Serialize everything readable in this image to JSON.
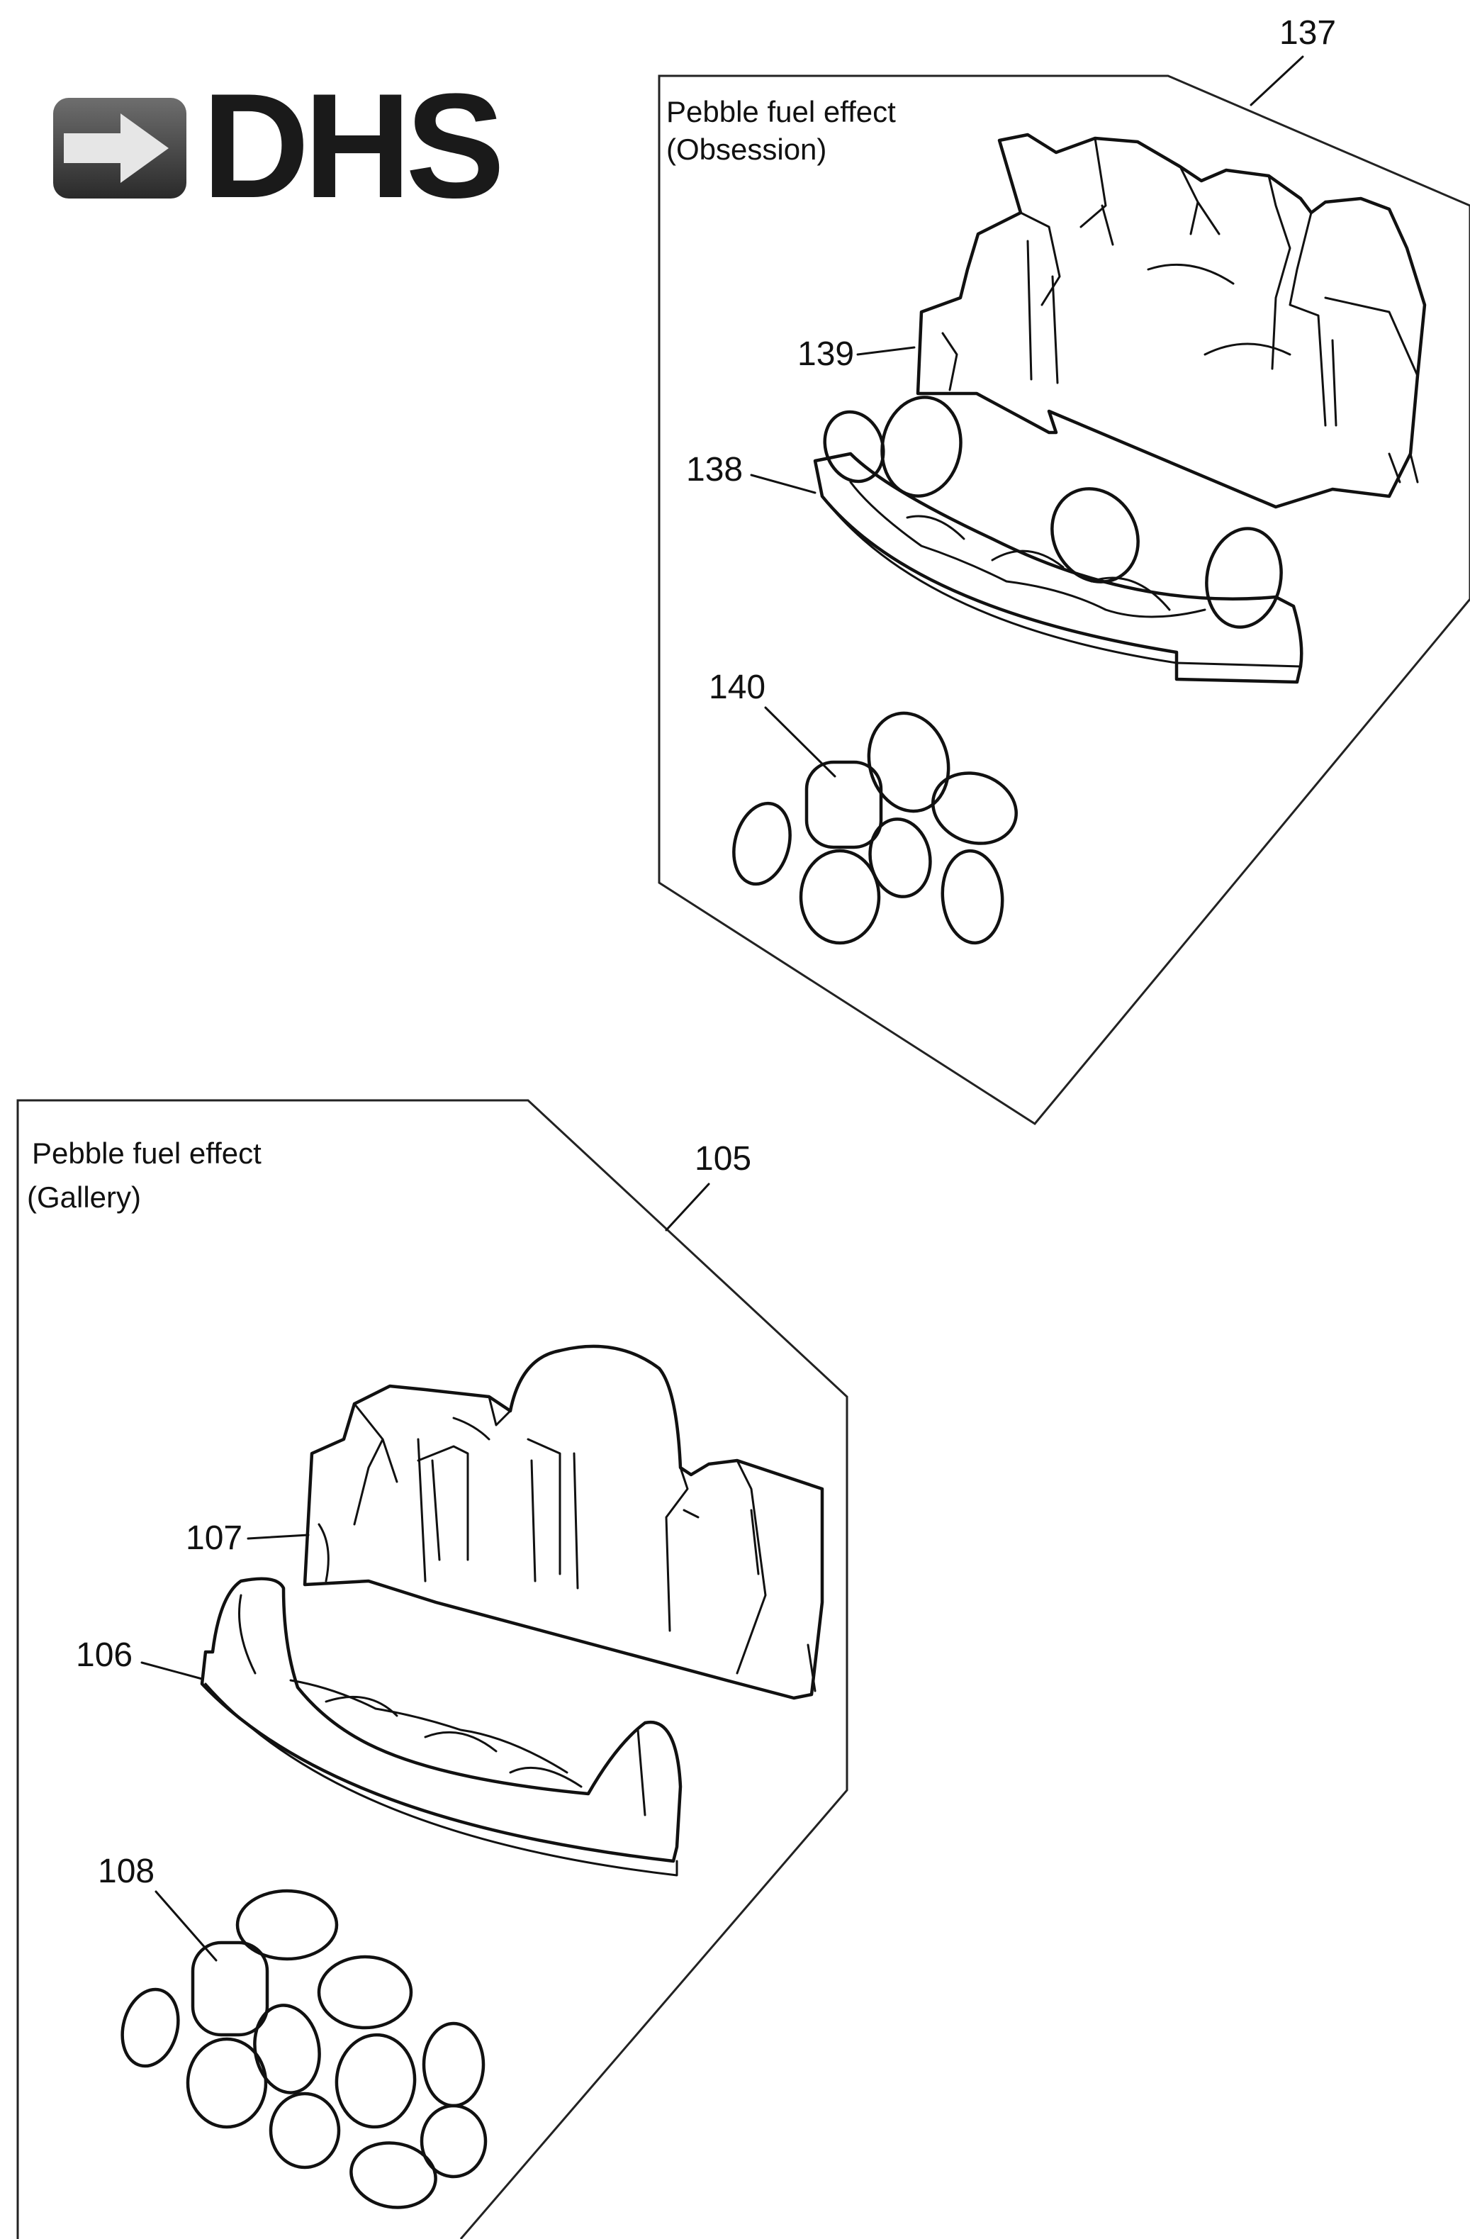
{
  "logo": {
    "text": "DHS",
    "icon": "arrow-right-icon",
    "colors": {
      "badge": "#4a4a4a",
      "arrow": "#e6e6e6",
      "text": "#1a1a1a"
    }
  },
  "panels": {
    "obsession": {
      "ref": "137",
      "title_line1": "Pebble fuel effect",
      "title_line2": "(Obsession)",
      "parts": {
        "back": "139",
        "tray": "138",
        "pebbles": "140"
      }
    },
    "gallery": {
      "ref": "105",
      "title_line1": "Pebble fuel effect",
      "title_line2": "(Gallery)",
      "parts": {
        "back": "107",
        "tray": "106",
        "pebbles": "108"
      }
    }
  }
}
